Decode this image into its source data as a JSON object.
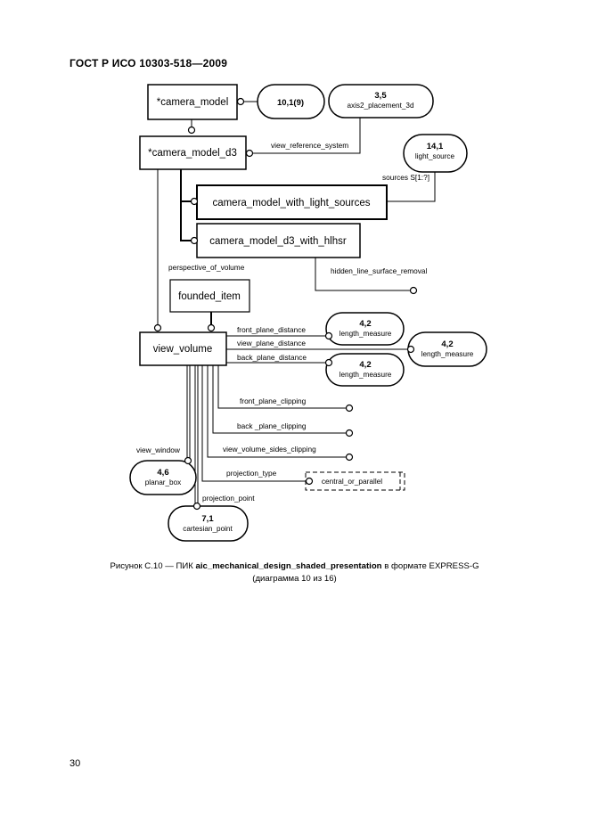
{
  "header": {
    "standard": "ГОСТ Р ИСО 10303-518—2009"
  },
  "entities": {
    "camera_model": "*camera_model",
    "camera_model_d3": "*camera_model_d3",
    "camera_model_with_light_sources": "camera_model_with_light_sources",
    "camera_model_d3_with_hlhsr": "camera_model_d3_with_hlhsr",
    "founded_item": "founded_item",
    "view_volume": "view_volume",
    "central_or_parallel": "central_or_parallel"
  },
  "references": {
    "ref_10_1": {
      "num": "10,1(9)"
    },
    "axis2_placement_3d": {
      "num": "3,5",
      "name": "axis2_placement_3d"
    },
    "light_source": {
      "num": "14,1",
      "name": "light_source"
    },
    "length_measure_front": {
      "num": "4,2",
      "name": "length_measure"
    },
    "length_measure_view": {
      "num": "4,2",
      "name": "length_measure"
    },
    "length_measure_back": {
      "num": "4,2",
      "name": "length_measure"
    },
    "planar_box": {
      "num": "4,6",
      "name": "planar_box"
    },
    "cartesian_point": {
      "num": "7,1",
      "name": "cartesian_point"
    }
  },
  "relations": {
    "view_reference_system": "view_reference_system",
    "sources": "sources S[1:?]",
    "hidden_line_surface_removal": "hidden_line_surface_removal",
    "perspective_of_volume": "perspective_of_volume",
    "front_plane_distance": "front_plane_distance",
    "view_plane_distance": "view_plane_distance",
    "back_plane_distance": "back_plane_distance",
    "front_plane_clipping": "front_plane_clipping",
    "back_plane_clipping": "back _plane_clipping",
    "view_volume_sides_clipping": "view_volume_sides_clipping",
    "view_window": "view_window",
    "projection_type": "projection_type",
    "projection_point": "projection_point"
  },
  "caption": {
    "prefix": "Рисунок  С.10 — ПИК",
    "schema": "aic_mechanical_design_shaded_presentation",
    "suffix": "в формате EXPRESS-G",
    "line2": "(диаграмма 10 из 16)"
  },
  "page_number": "30"
}
